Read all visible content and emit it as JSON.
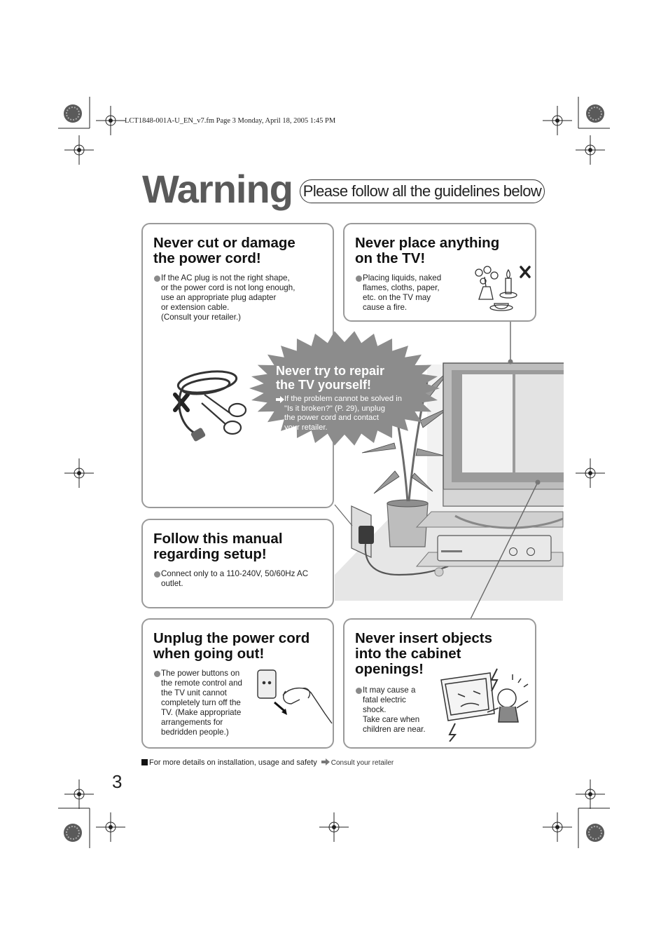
{
  "file_info": "LCT1848-001A-U_EN_v7.fm  Page 3  Monday, April 18, 2005  1:45 PM",
  "header": {
    "title": "Warning",
    "subtitle": "Please follow all the guidelines below"
  },
  "cards": {
    "power_cord": {
      "title": "Never cut or damage\nthe power cord!",
      "text": "If the AC plug is not the right shape,\nor the power cord is not long enough,\nuse an appropriate plug adapter\nor extension cable.\n(Consult your retailer.)"
    },
    "place_anything": {
      "title": "Never place anything\non the TV!",
      "text": "Placing liquids, naked\nflames, cloths, paper,\netc. on the TV may\ncause a fire."
    },
    "repair": {
      "title": "Never try to repair\nthe TV yourself!",
      "text": "If the problem cannot be solved in\n\"Is it broken?\" (P. 29), unplug\nthe power cord and contact\nyour retailer."
    },
    "setup": {
      "title": "Follow this manual\nregarding setup!",
      "text": "Connect only to a 110-240V, 50/60Hz AC\noutlet."
    },
    "unplug": {
      "title": "Unplug the power cord\nwhen going out!",
      "text": "The power buttons on\nthe remote control and\nthe TV unit cannot\ncompletely turn off the\nTV. (Make appropriate\narrangements for\nbedridden people.)"
    },
    "insert_objects": {
      "title": "Never insert objects\ninto the cabinet\nopenings!",
      "text": "It may cause a\nfatal electric\nshock.\nTake care when\nchildren are near."
    }
  },
  "footer": {
    "note": "For more details on installation, usage and safety",
    "note_link": "Consult your retailer",
    "page_number": "3"
  },
  "icons": [
    "registration-mark-icon",
    "crosshair-icon",
    "cross-mark-icon",
    "arrow-right-icon"
  ],
  "colors": {
    "title_gray": "#5a5a5a",
    "card_border": "#9a9a9a",
    "burst_gray": "#8c8c8c"
  }
}
